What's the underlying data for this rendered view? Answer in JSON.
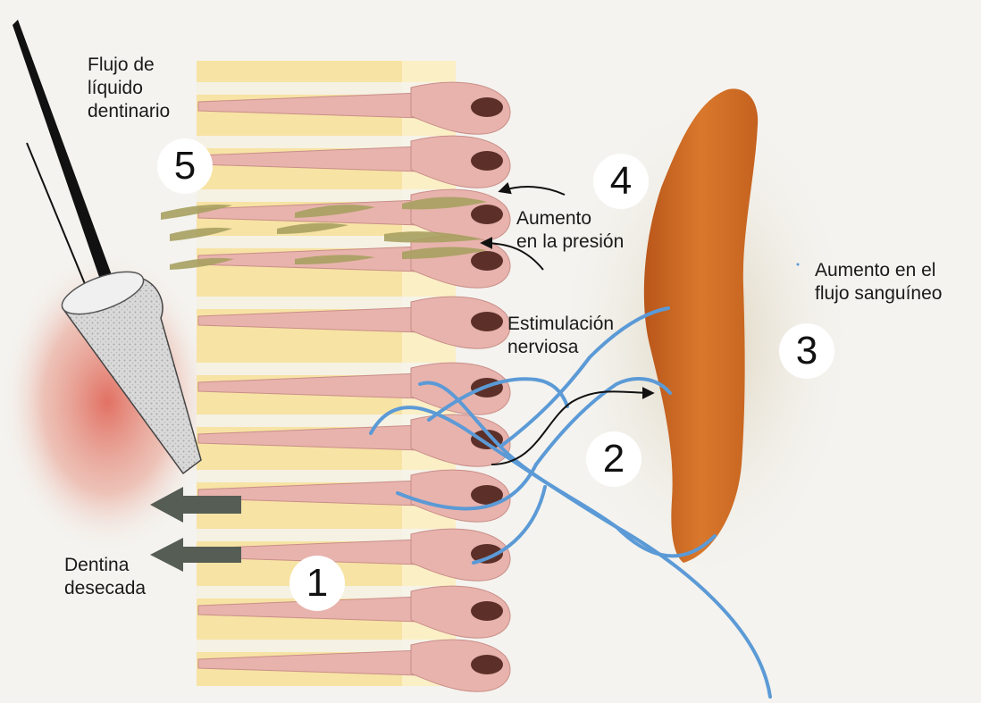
{
  "labels": {
    "fluid_flow": "Flujo de\nlíquido\ndentinario",
    "pressure_increase": "Aumento\nen la presión",
    "blood_flow_increase": "Aumento en el\nflujo sanguíneo",
    "nerve_stimulation": "Estimulación\nnerviosa",
    "dried_dentin": "Dentina\ndesecada"
  },
  "numbers": {
    "n1": "1",
    "n2": "2",
    "n3": "3",
    "n4": "4",
    "n5": "5"
  },
  "colors": {
    "dentin": "#f7e3a4",
    "odontoblast": "#e8b3ad",
    "nucleus": "#5c3028",
    "nerve": "#5b9ad6",
    "blood_vessel": "#d26f24",
    "inflammation": "#e06a5c",
    "arrow": "#565d55",
    "ink": "#1a1a1a"
  }
}
